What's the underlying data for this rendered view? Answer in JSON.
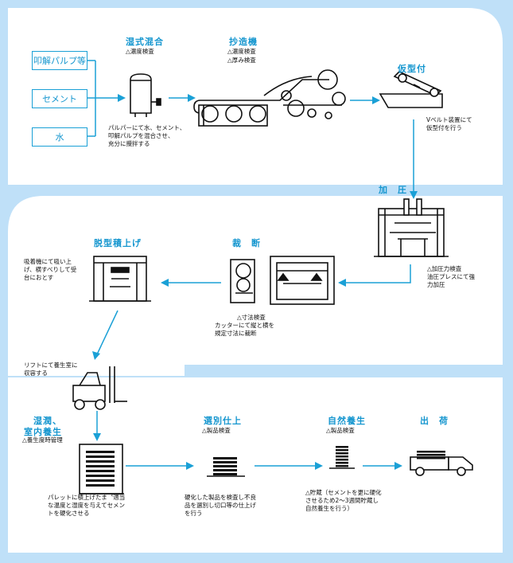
{
  "inputs": [
    "叩解パルプ等",
    "セメント",
    "水"
  ],
  "steps": {
    "mixing": {
      "title": "湿式混合",
      "check": "△濃度検査",
      "note": [
        "パルパーにて水、セメント、",
        "叩解パルプを混合させ、",
        "充分に攪拌する"
      ]
    },
    "papermaking": {
      "title": "抄造機",
      "checks": [
        "△濃度検査",
        "△厚み検査"
      ]
    },
    "preforming": {
      "title": "仮型付",
      "note": [
        "Vベルト装置にて",
        "仮型付を行う"
      ]
    },
    "pressing": {
      "title": "加　圧",
      "note": [
        "△加圧力検査",
        "油圧プレスにて強",
        "力加圧"
      ]
    },
    "cutting": {
      "title": "裁　断",
      "note": [
        "△寸法検査",
        "カッターにて縦と横を",
        "規定寸法に裁断"
      ]
    },
    "demolding": {
      "title": "脱型積上げ",
      "note": [
        "吸着機にて吸い上",
        "げ、横すべりして受",
        "台におとす"
      ]
    },
    "lift": {
      "note": [
        "リフトにて養生室に",
        "収容する"
      ]
    },
    "curing": {
      "title_lines": [
        "湿潤、",
        "室内養生"
      ],
      "check": "△養生度時管理",
      "note": [
        "パレットに積上げたま〝適当",
        "な温度と湿度を与えてセメン",
        "トを硬化させる"
      ]
    },
    "sorting": {
      "title": "選別仕上",
      "check": "△製品検査",
      "note": [
        "硬化した製品を検査し不良",
        "品を選別し切口等の仕上げ",
        "を行う"
      ]
    },
    "natural_curing": {
      "title": "自然養生",
      "check": "△製品検査",
      "note": [
        "△貯蔵（セメントを更に硬化",
        "させるため2～3週間貯蔵し",
        "自然養生を行う）"
      ]
    },
    "shipping": {
      "title": "出　荷"
    }
  },
  "colors": {
    "accent": "#1596cf",
    "panel": "#ffffff",
    "background": "#bfe0f8",
    "line": "#1aa0d6"
  }
}
